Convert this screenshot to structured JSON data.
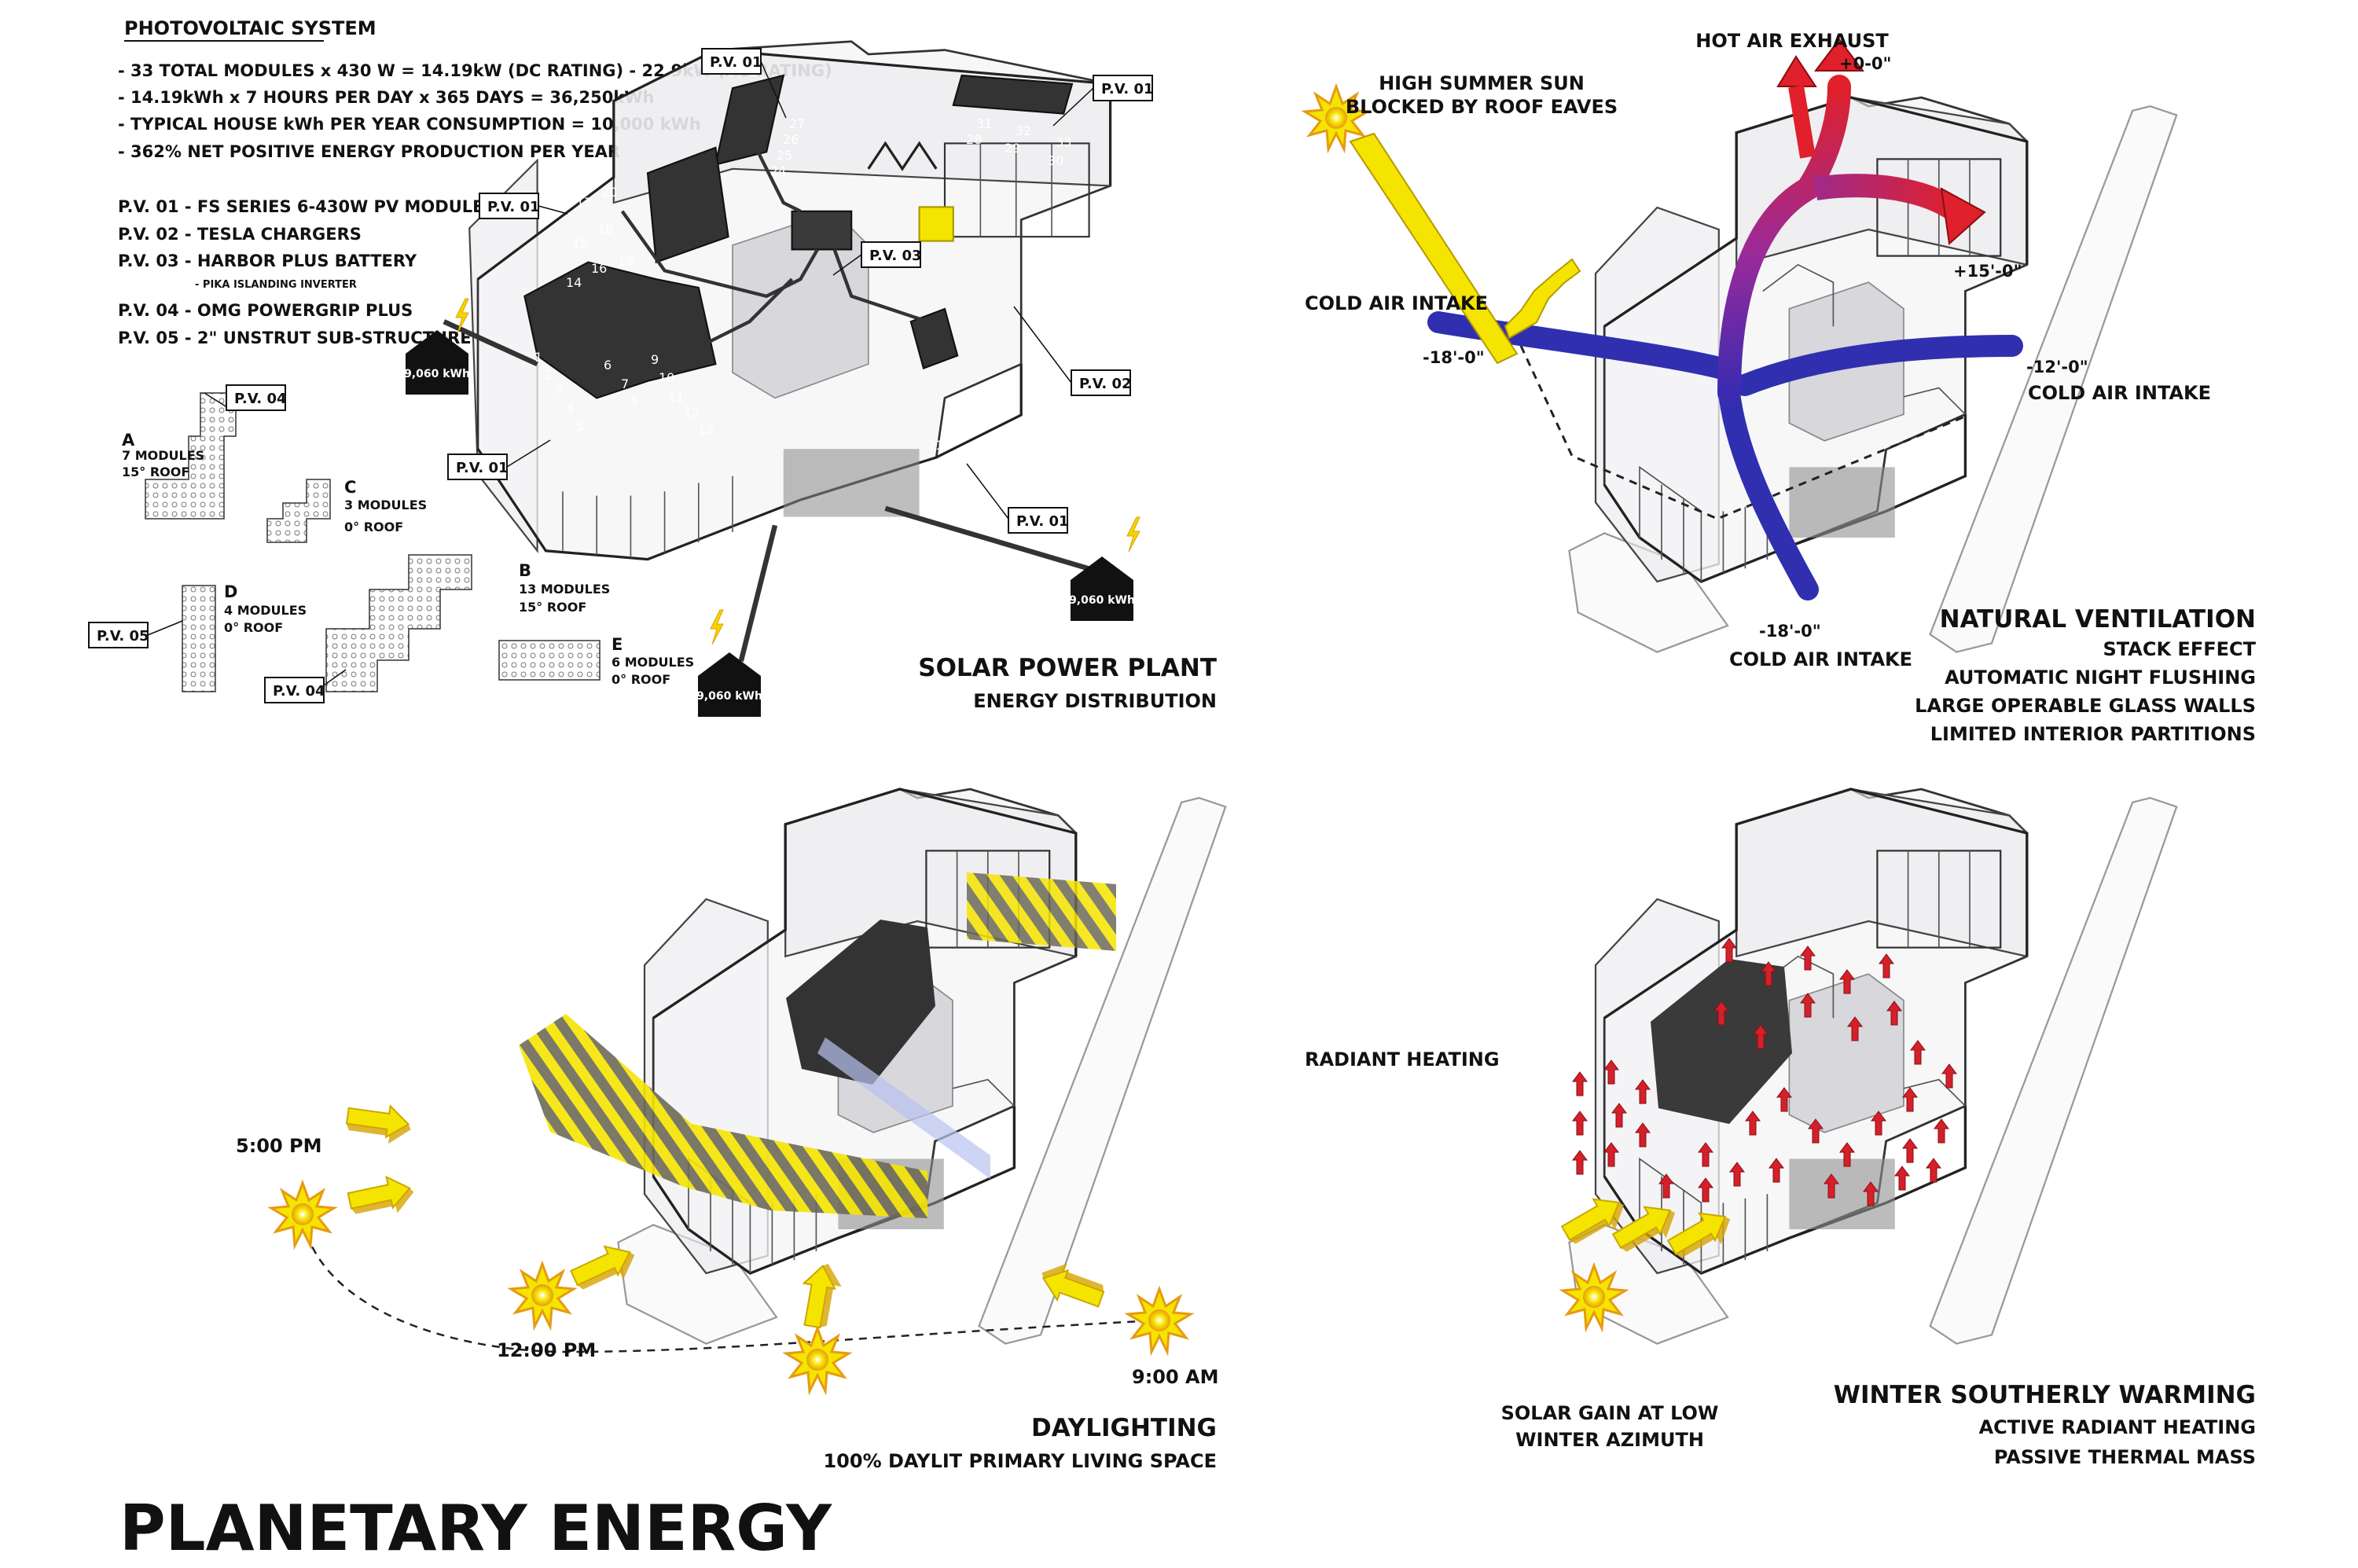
{
  "title": "PLANETARY ENERGY",
  "solar": {
    "system_heading": "PHOTOVOLTAIC SYSTEM",
    "stats": [
      "- 33 TOTAL MODULES x 430 W = 14.19kW (DC RATING) - 22.9kW (AC RATING)",
      "- 14.19kWh x 7 HOURS PER DAY x 365 DAYS = 36,250kWh",
      "- TYPICAL HOUSE kWh PER YEAR CONSUMPTION = 10,000 kWh",
      "- 362% NET POSITIVE ENERGY PRODUCTION PER YEAR"
    ],
    "legend": [
      "P.V. 01 - FS SERIES 6-430W PV MODULE",
      "P.V. 02 - TESLA CHARGERS",
      "P.V. 03 - HARBOR PLUS BATTERY",
      "- PIKA ISLANDING INVERTER",
      "P.V. 04 - OMG POWERGRIP PLUS",
      "P.V. 05 - 2\" UNSTRUT SUB-STRUCTURE"
    ],
    "callouts": [
      "P.V. 01",
      "P.V. 01",
      "P.V. 01",
      "P.V. 01",
      "P.V. 01",
      "P.V. 03",
      "P.V. 02",
      "P.V. 04",
      "P.V. 05",
      "P.V. 04"
    ],
    "houses": [
      "9,060 kWh",
      "9,060 kWh",
      "9,060 kWh"
    ],
    "arrays": {
      "a_letter": "A",
      "a_modules": "7 MODULES",
      "a_roof": "15° ROOF",
      "b_letter": "B",
      "b_modules": "13 MODULES",
      "b_roof": "15° ROOF",
      "c_letter": "C",
      "c_modules": "3 MODULES",
      "c_roof": "0° ROOF",
      "d_letter": "D",
      "d_modules": "4 MODULES",
      "d_roof": "0° ROOF",
      "e_letter": "E",
      "e_modules": "6 MODULES",
      "e_roof": "0° ROOF"
    },
    "panel_title": "SOLAR POWER PLANT",
    "panel_subtitle": "ENERGY DISTRIBUTION",
    "panel_numbers": {
      "top_left": [
        "27",
        "26",
        "25",
        "24"
      ],
      "top_right": [
        "31",
        "32",
        "33",
        "28",
        "29",
        "30"
      ],
      "upper_mid": [
        "17",
        "20",
        "15",
        "18",
        "14",
        "16",
        "19"
      ],
      "lower_left": [
        "1",
        "2",
        "3",
        "4",
        "5",
        "6",
        "7",
        "8",
        "9",
        "10",
        "11",
        "12",
        "13"
      ],
      "right_small": [
        "23",
        "22",
        "21"
      ]
    }
  },
  "ventilation": {
    "sun_label_1": "HIGH SUMMER SUN",
    "sun_label_2": "BLOCKED BY ROOF EAVES",
    "hot_exhaust": "HOT AIR EXHAUST",
    "elev_top": "+0-0\"",
    "elev_right": "+15'-0\"",
    "cold_left": "COLD AIR INTAKE",
    "elev_left": "-18'-0\"",
    "elev_mid_right": "-12'-0\"",
    "cold_right": "COLD AIR INTAKE",
    "elev_bottom": "-18'-0\"",
    "cold_bottom": "COLD AIR INTAKE",
    "panel_title": "NATURAL VENTILATION",
    "items": [
      "STACK EFFECT",
      "AUTOMATIC NIGHT FLUSHING",
      "LARGE OPERABLE GLASS WALLS",
      "LIMITED INTERIOR PARTITIONS"
    ]
  },
  "daylighting": {
    "time_5pm": "5:00 PM",
    "time_12pm": "12:00 PM",
    "time_9am": "9:00 AM",
    "panel_title": "DAYLIGHTING",
    "panel_subtitle": "100% DAYLIT PRIMARY LIVING SPACE"
  },
  "winter": {
    "radiant_label": "RADIANT HEATING",
    "gain_1": "SOLAR GAIN AT LOW",
    "gain_2": "WINTER AZIMUTH",
    "panel_title": "WINTER SOUTHERLY WARMING",
    "items": [
      "ACTIVE RADIANT HEATING",
      "PASSIVE THERMAL MASS"
    ]
  },
  "colors": {
    "solar_yellow": "#f5e400",
    "sun_orange": "#e79a12",
    "hot_red": "#e0202a",
    "cold_blue": "#2f2fb0",
    "panel_dark": "#2f2f2f",
    "glass_blue": "#b8c2f0"
  },
  "icons": [
    "sun-icon",
    "lightning-icon",
    "house-icon",
    "arrow-icon",
    "solar-panel-icon"
  ]
}
